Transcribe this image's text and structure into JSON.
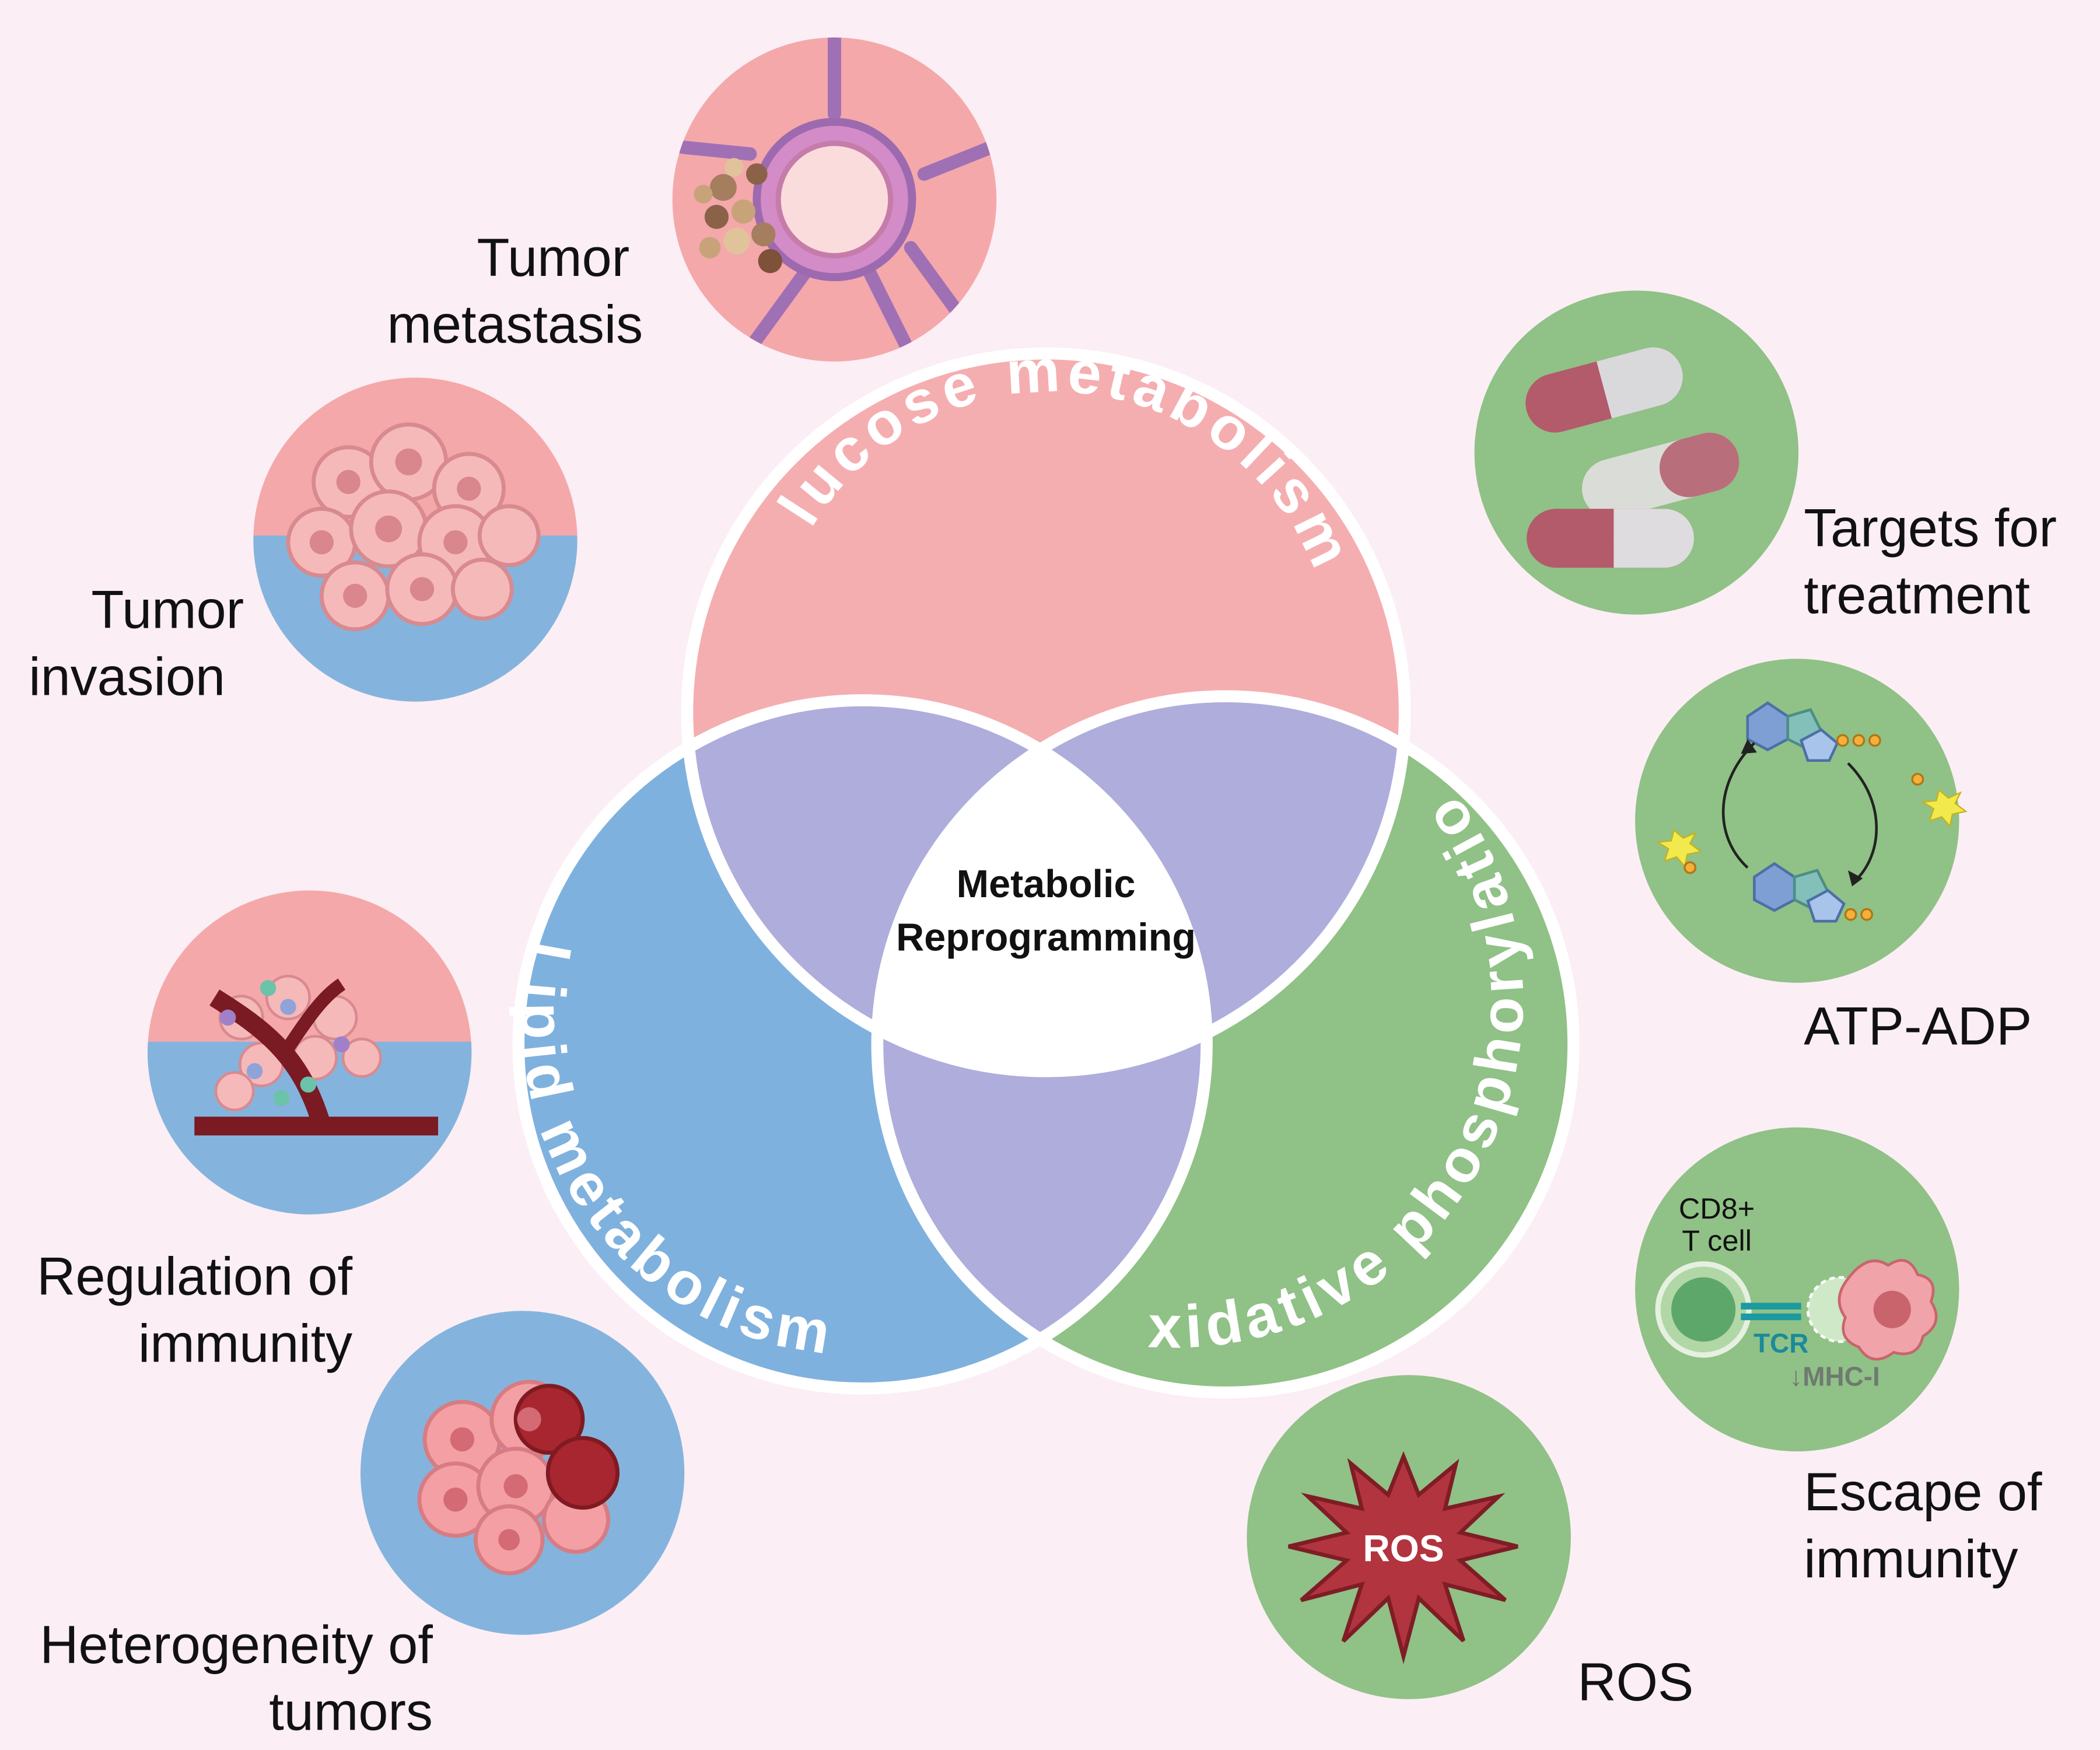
{
  "center": {
    "line1": "Metabolic",
    "line2": "Reprogramming"
  },
  "circles": {
    "glucose": {
      "label": "Glucose metabolism",
      "color": "#f5aeb0"
    },
    "lipid": {
      "label": "Lipid metabolism",
      "color": "#7fb1de"
    },
    "oxidative": {
      "label": "Oxidative phosphorylation",
      "color": "#90c186"
    },
    "overlap_color": "#aeaddb",
    "outline_color": "#ffffff"
  },
  "satellites": {
    "metastasis": {
      "line1": "Tumor",
      "line2": "metastasis",
      "icon": "blood-vessel-metastasis-icon"
    },
    "invasion": {
      "line1": "Tumor",
      "line2": "invasion",
      "icon": "cell-cluster-invasion-icon"
    },
    "immunity_regulation": {
      "line1": "Regulation of",
      "line2": "immunity",
      "icon": "vessel-immune-cells-icon"
    },
    "heterogeneity": {
      "line1": "Heterogeneity of",
      "line2": "tumors",
      "icon": "heterogeneous-cells-icon"
    },
    "treatment": {
      "line1": "Targets for",
      "line2": "treatment",
      "icon": "pill-capsules-icon"
    },
    "atp": {
      "line1": "ATP-ADP",
      "icon": "atp-adp-cycle-icon"
    },
    "escape": {
      "line1": "Escape of",
      "line2": "immunity",
      "icon": "t-cell-tumor-icon",
      "cell_line1": "CD8+",
      "cell_line2": "T cell",
      "receptor": "TCR",
      "mhc": "↓MHC-I"
    },
    "ros": {
      "line1": "ROS",
      "icon": "ros-burst-icon",
      "badge": "ROS"
    }
  }
}
